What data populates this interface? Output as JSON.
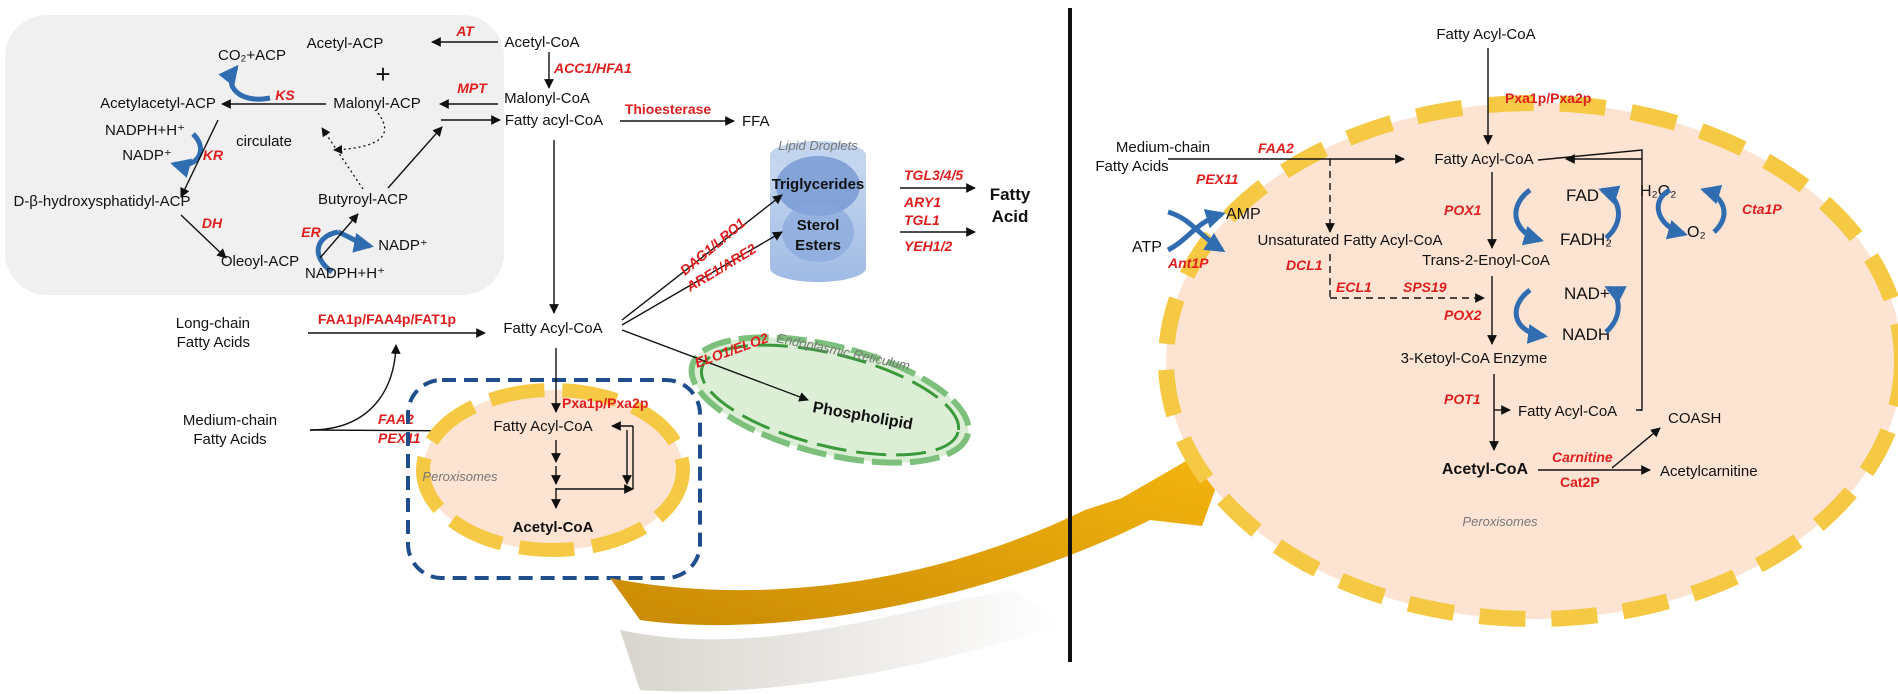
{
  "fatty_acid_synthesis": {
    "acetyl_acp": "Acetyl-ACP",
    "plus": "+",
    "acetyl_coa": "Acetyl-CoA",
    "at": "AT",
    "acc1_hfa1": "ACC1/HFA1",
    "malonyl_coa": "Malonyl-CoA",
    "co2_acp": "CO₂+ACP",
    "ks": "KS",
    "malonyl_acp": "Malonyl-ACP",
    "mpt": "MPT",
    "acetylacetyl_acp": "Acetylacetyl-ACP",
    "nadph_h_top": "NADPH+H⁺",
    "circulate": "circulate",
    "fatty_acyl_coa_top": "Fatty acyl-CoA",
    "thioesterase": "Thioesterase",
    "ffa": "FFA",
    "nadp_left": "NADP⁺",
    "kr": "KR",
    "hydroxy": "D-β-hydroxysphatidyl-ACP",
    "butyroyl_acp": "Butyroyl-ACP",
    "dh": "DH",
    "er": "ER",
    "nadp_right": "NADP⁺",
    "oleoyl_acp": "Oleoyl-ACP",
    "nadph_h_bottom": "NADPH+H⁺"
  },
  "lipid_droplets": {
    "title": "Lipid Droplets",
    "triglycerides": "Triglycerides",
    "sterol": "Sterol",
    "esters": "Esters",
    "tgl345": "TGL3/4/5",
    "ary1": "ARY1",
    "tgl1": "TGL1",
    "yeh12": "YEH1/2",
    "fatty": "Fatty",
    "acid": "Acid",
    "dag1_lro1": "DAG1/LRO1",
    "are1_are2": "ARE1/ARE2"
  },
  "uptake": {
    "long_chain_1": "Long-chain",
    "long_chain_2": "Fatty Acids",
    "faa1p": "FAA1p/FAA4p/FAT1p",
    "fatty_acyl_coa": "Fatty Acyl-CoA",
    "medium_chain_1": "Medium-chain",
    "medium_chain_2": "Fatty Acids",
    "faa2": "FAA2",
    "pex11": "PEX11"
  },
  "er": {
    "title": "Endoplasmic Reticulum",
    "elo": "ELO1/ELO2",
    "phospholipid": "Phospholipid"
  },
  "small_peroxisome": {
    "pxa": "Pxa1p/Pxa2p",
    "fatty_acyl_coa": "Fatty Acyl-CoA",
    "label": "Peroxisomes",
    "acetyl_coa": "Acetyl-CoA"
  },
  "big_peroxisome": {
    "fatty_acyl_coa_top": "Fatty  Acyl-CoA",
    "pxa": "Pxa1p/Pxa2p",
    "medium_chain_1": "Medium-chain",
    "medium_chain_2": "Fatty Acids",
    "faa2": "FAA2",
    "pex11": "PEX11",
    "fatty_acyl_coa": "Fatty Acyl-CoA",
    "amp": "AMP",
    "atp": "ATP",
    "ant1p": "Ant1P",
    "unsaturated": "Unsaturated Fatty Acyl-CoA",
    "dcl1": "DCL1",
    "pox1": "POX1",
    "fad": "FAD",
    "fadh2": "FADH₂",
    "h2o2": "H₂O₂",
    "o2": "O₂",
    "cta1p": "Cta1P",
    "trans2": "Trans-2-Enoyl-CoA",
    "ecl1": "ECL1",
    "sps19": "SPS19",
    "nad": "NAD+",
    "pox2": "POX2",
    "nadh": "NADH",
    "ketoyl": "3-Ketoyl-CoA Enzyme",
    "pot1": "POT1",
    "fatty_acyl_coa_bottom": "Fatty Acyl-CoA",
    "coash": "COASH",
    "acetyl_coa": "Acetyl-CoA",
    "carnitine": "Carnitine",
    "cat2p": "Cat2P",
    "acetylcarnitine": "Acetylcarnitine",
    "label": "Peroxisomes"
  },
  "colors": {
    "enzyme": "#e01e1e",
    "peroxisome_fill": "#fde3d2",
    "peroxisome_border": "#f6c944",
    "er_border": "#3a9a3a",
    "er_fill": "#dcefd6",
    "droplet": "#a9c4e6",
    "arrow": "#e8a10a",
    "blue_arrow": "#2f6db0"
  }
}
